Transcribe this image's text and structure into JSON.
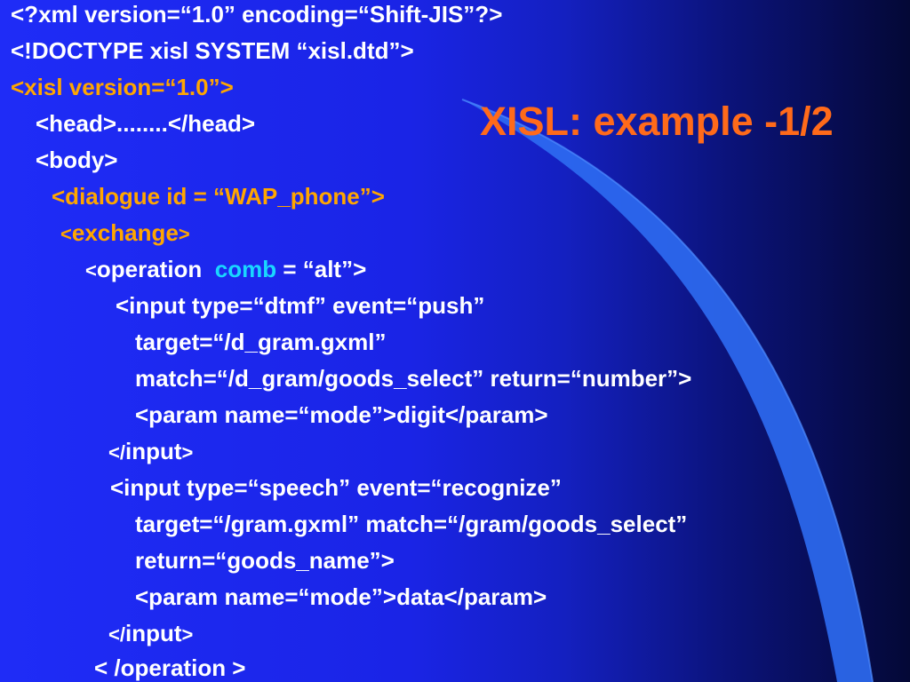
{
  "slide": {
    "title": "XISL: example  -1/2",
    "colors": {
      "background_left": "#1f2cf7",
      "background_right": "#040836",
      "title": "#ff6a1a",
      "highlight": "#ffa600",
      "attribute": "#19d7ff",
      "text": "#ffffff",
      "swoosh": "#2e6bf2"
    },
    "lines": {
      "l1": "<?xml  version=“1.0”  encoding=“Shift-JIS”?>",
      "l2": "<!DOCTYPE xisl  SYSTEM  “xisl.dtd”>",
      "l3": "<xisl version=“1.0”>",
      "l4": "<head>........</head>",
      "l5": "<body>",
      "l6": "<dialogue  id = “WAP_phone”>",
      "l7_open": "<",
      "l7_tag": "exchange",
      "l7_close": ">",
      "l8_open": "<",
      "l8_tag": "operation",
      "l8_attr": "comb",
      "l8_value": " = “alt”>",
      "l9": "<input  type=“dtmf”  event=“push”",
      "l10": "target=“/d_gram.gxml”",
      "l11": "match=“/d_gram/goods_select” return=“number”>",
      "l12": "<param name=“mode”>digit</param>",
      "l13_open": "</",
      "l13_tag": "input",
      "l13_close": ">",
      "l14": "<input  type=“speech”  event=“recognize”",
      "l15": "target=“/gram.gxml” match=“/gram/goods_select”",
      "l16": "return=“goods_name”>",
      "l17": "<param name=“mode”>data</param>",
      "l18_open": "</",
      "l18_tag": "input",
      "l18_close": ">",
      "l19": "< /operation >"
    }
  }
}
